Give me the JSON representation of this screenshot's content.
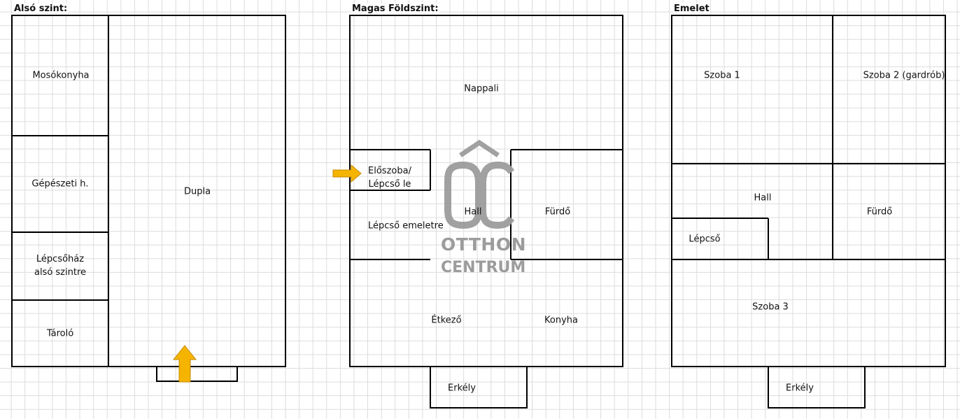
{
  "floors": {
    "lower": {
      "title": "Alsó szint:",
      "rooms": {
        "mosokonyha": "Mosókonyha",
        "gepeszeti": "Gépészeti h.",
        "lepcsohaz_1": "Lépcsőház",
        "lepcsohaz_2": "alsó szintre",
        "tarolo": "Tároló",
        "dupla": "Dupla"
      }
    },
    "ground": {
      "title": "Magas Földszint:",
      "rooms": {
        "nappali": "Nappali",
        "eloszoba_1": "Előszoba/",
        "eloszoba_2": "Lépcső le",
        "hall": "Hall",
        "furdo": "Fürdő",
        "lepcso_emeletre": "Lépcső emeletre",
        "etkezo": "Étkező",
        "konyha": "Konyha",
        "erkely": "Erkély"
      }
    },
    "upper": {
      "title": "Emelet",
      "rooms": {
        "szoba1": "Szoba 1",
        "szoba2": "Szoba 2 (gardrób)",
        "hall": "Hall",
        "furdo": "Fürdő",
        "lepcso": "Lépcső",
        "szoba3": "Szoba 3",
        "erkely": "Erkély"
      }
    }
  },
  "watermark": {
    "logo_text": "OC",
    "line1": "OTTHON",
    "line2": "CENTRUM"
  },
  "colors": {
    "wall": "#000000",
    "arrow": "#f5b400",
    "grid": "#dcdcdc",
    "watermark": "#9c9c9c"
  }
}
